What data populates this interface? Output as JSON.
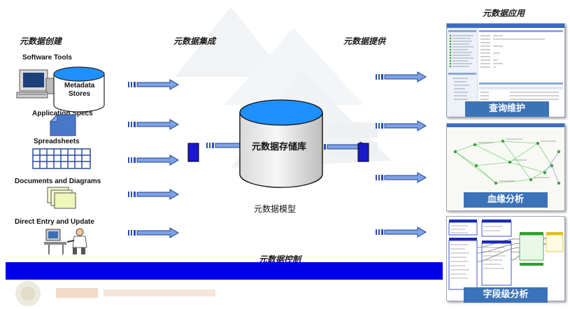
{
  "sections": {
    "creation": "元数据创建",
    "integration": "元数据集成",
    "provision": "元数据提供",
    "application": "元数据应用",
    "control": "元数据控制"
  },
  "sources": [
    {
      "label": "Software Tools"
    },
    {
      "label": "Application Specs"
    },
    {
      "label": "Spreadsheets"
    },
    {
      "label": "Documents and Diagrams"
    },
    {
      "label": "Direct Entry and Update"
    }
  ],
  "metadata_stores": {
    "line1": "Metadata",
    "line2": "Stores"
  },
  "repository": {
    "label": "元数据存储库",
    "caption": "元数据模型"
  },
  "applications": [
    {
      "label": "查询维护"
    },
    {
      "label": "血缘分析"
    },
    {
      "label": "字段级分析"
    }
  ],
  "colors": {
    "arrow": "#2b4fa8",
    "cylinder_top": "#1e90ff",
    "control_bar": "#0000e6",
    "app_label": "#3b73b8",
    "connector": "#1a1acc"
  }
}
